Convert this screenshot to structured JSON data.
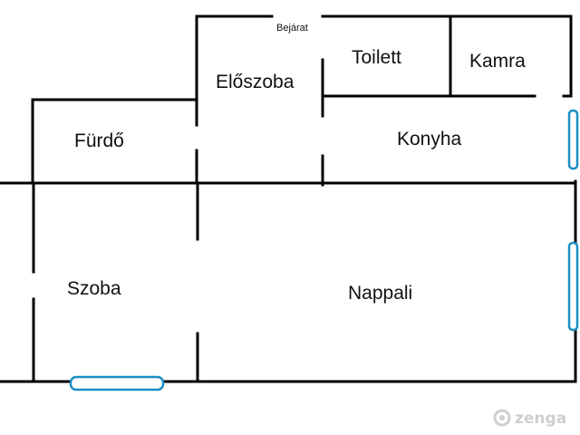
{
  "plan": {
    "rooms": [
      {
        "key": "eloszoba",
        "label": "Előszoba"
      },
      {
        "key": "toilett",
        "label": "Toilett"
      },
      {
        "key": "kamra",
        "label": "Kamra"
      },
      {
        "key": "furdo",
        "label": "Fürdő"
      },
      {
        "key": "konyha",
        "label": "Konyha"
      },
      {
        "key": "szoba",
        "label": "Szoba"
      },
      {
        "key": "nappali",
        "label": "Nappali"
      }
    ],
    "entrance_label": "Bejárat"
  },
  "colors": {
    "wall": "#000000",
    "window": "#1a8fc4",
    "watermark": "#cfcfcf"
  },
  "watermark": {
    "text": "zenga",
    "icon": "zenga-logo-icon"
  }
}
